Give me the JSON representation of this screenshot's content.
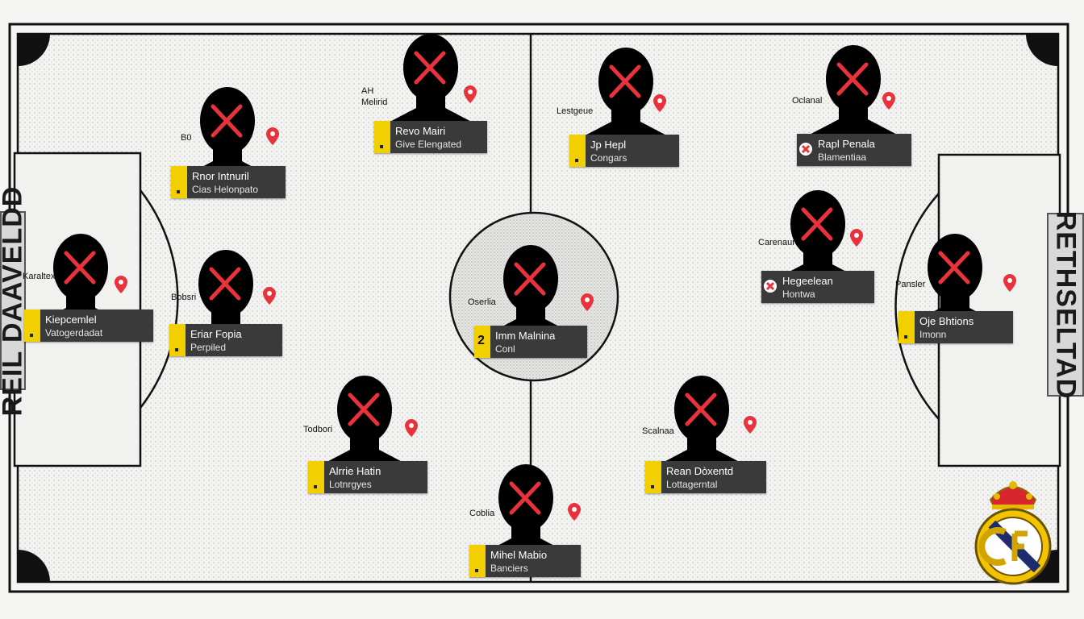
{
  "banners": {
    "left": "REIL DAAVELDD",
    "right": "RETHSELTAD"
  },
  "colors": {
    "accent": "#f2cf00",
    "mark": "#e8323c",
    "card": "#3a3a3a"
  },
  "players": [
    {
      "role": "AH\nMelirid",
      "name": "Revo Mairi",
      "sub": "Give Elengated",
      "tab_icon": "jersey-icon"
    },
    {
      "role": "B0",
      "name": "Rnor Intnuril",
      "sub": "Cias Helonpato",
      "tab_icon": "jersey-icon"
    },
    {
      "role": "Lestgeue",
      "name": "Jp Hepl",
      "sub": "Congars",
      "tab_icon": "jersey-icon"
    },
    {
      "role": "Oclanal",
      "name": "Rapl Penala",
      "sub": "Blamentiaa",
      "tab_icon": "x-icon"
    },
    {
      "role": "Karaltex",
      "name": "Kiepcemlel",
      "sub": "Vatogerdadat",
      "tab_icon": "jersey-icon"
    },
    {
      "role": "Bobsri",
      "name": "Eriar Fopia",
      "sub": "Perpiled",
      "tab_icon": "jersey-icon"
    },
    {
      "role": "Oserlia",
      "name": "Imm Malnina",
      "sub": "Conl",
      "tab_icon": "number-2"
    },
    {
      "role": "Carenaur",
      "name": "Hegeelean",
      "sub": "Hontwa",
      "tab_icon": "x-icon"
    },
    {
      "role": "Pansler",
      "name": "Oje Bhtions",
      "sub": "Imonn",
      "tab_icon": "jersey-icon"
    },
    {
      "role": "Todbori",
      "name": "Alrrie Hatin",
      "sub": "Lotnrgyes",
      "tab_icon": "jersey-icon"
    },
    {
      "role": "Scalnaa",
      "name": "Rean Dòxentd",
      "sub": "Lottagerntal",
      "tab_icon": "jersey-icon"
    },
    {
      "role": "Coblia",
      "name": "Mihel Mabio",
      "sub": "Banciers",
      "tab_icon": "jersey-icon"
    }
  ]
}
